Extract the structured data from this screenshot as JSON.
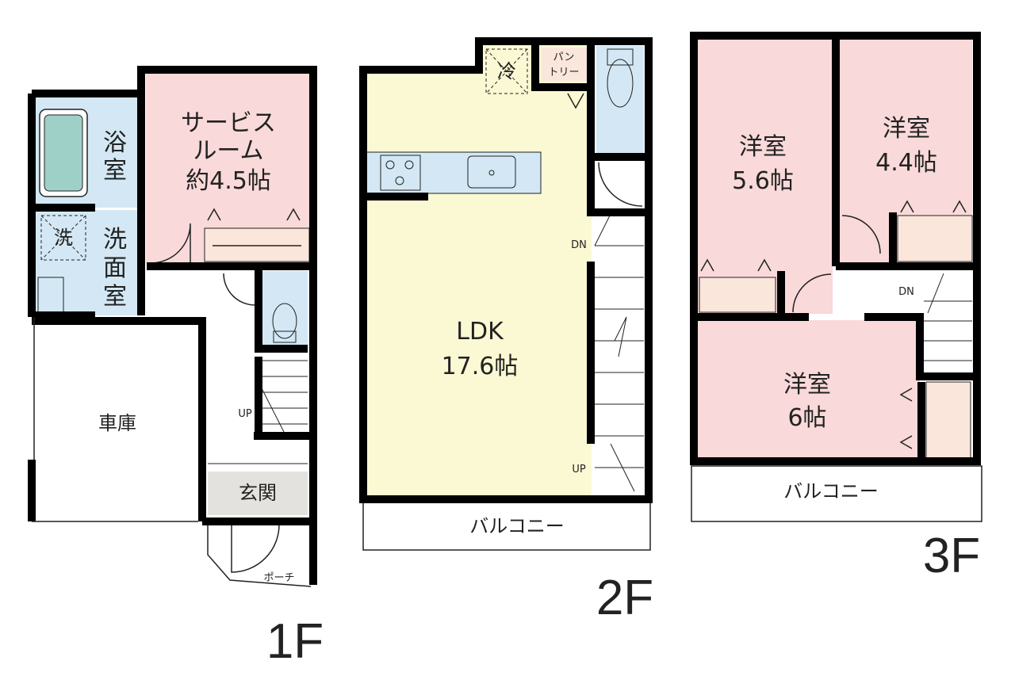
{
  "floors": {
    "f1": {
      "label": "1F",
      "rooms": {
        "service_room_line1": "サービス",
        "service_room_line2": "ルーム",
        "service_room_line3": "約4.5帖",
        "bath_line1": "浴",
        "bath_line2": "室",
        "washer": "洗",
        "washroom_line1": "洗",
        "washroom_line2": "面",
        "washroom_line3": "室",
        "garage": "車庫",
        "entrance": "玄関",
        "porch": "ポーチ",
        "stairs_up": "UP"
      }
    },
    "f2": {
      "label": "2F",
      "rooms": {
        "ldk_line1": "LDK",
        "ldk_line2": "17.6帖",
        "fridge": "冷",
        "pantry_line1": "パン",
        "pantry_line2": "トリー",
        "stairs_dn": "DN",
        "stairs_up": "UP",
        "balcony": "バルコニー"
      }
    },
    "f3": {
      "label": "3F",
      "rooms": {
        "room_a_line1": "洋室",
        "room_a_line2": "5.6帖",
        "room_b_line1": "洋室",
        "room_b_line2": "4.4帖",
        "room_c_line1": "洋室",
        "room_c_line2": "6帖",
        "stairs_dn": "DN",
        "balcony": "バルコニー"
      }
    }
  },
  "colors": {
    "pink": "#f9d9d9",
    "blue": "#d3e8f4",
    "yellow": "#fbf8d4",
    "gray": "#e4e2de",
    "tub": "#9fd0c8",
    "closet": "#fbe6dc"
  }
}
